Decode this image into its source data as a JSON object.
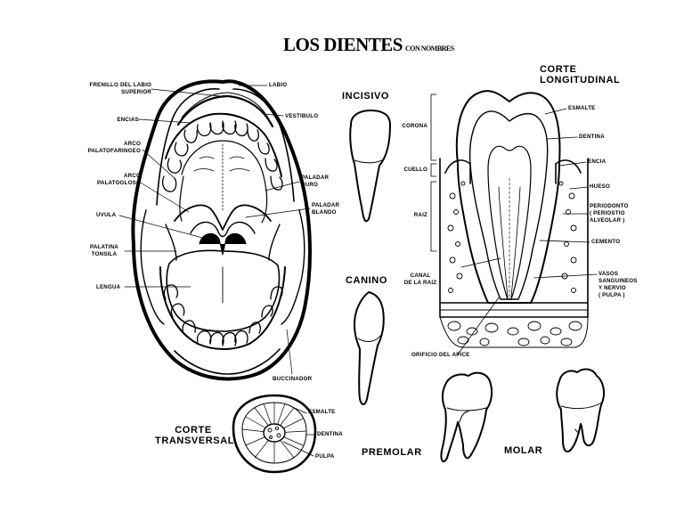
{
  "title": {
    "main": "LOS DIENTES",
    "sub": "CON NOMBRES"
  },
  "mouth_labels": {
    "frenillo": "FRENILLO DEL LABIO\nSUPERIOR",
    "encias": "ENCIAS",
    "arco_palatofaringeo": "ARCO\nPALATOFARINGEO",
    "arco_palatogloso": "ARCO\nPALATOGLOSO",
    "uvula": "UVULA",
    "palatina_tonsila": "PALATINA\nTONSILA",
    "lengua": "LENGUA",
    "labio": "LABIO",
    "vestibulo": "VESTIBULO",
    "paladar_duro": "PALADAR\nDURO",
    "paladar_blando": "PALADAR\nBLANDO",
    "buccinador": "BUCCINADOR"
  },
  "teeth": {
    "incisivo": "INCISIVO",
    "canino": "CANINO",
    "premolar": "PREMOLAR",
    "molar": "MOLAR"
  },
  "longitudinal": {
    "title": "CORTE\nLONGITUDINAL",
    "corona": "CORONA",
    "cuello": "CUELLO",
    "raiz": "RAIZ",
    "esmalte": "ESMALTE",
    "dentina": "DENTINA",
    "encia": "ENCIA",
    "hueso": "HUESO",
    "periodonto": "PERIODONTO\n( PERIOSTIO\nALVEOLAR )",
    "cemento": "CEMENTO",
    "canal": "CANAL\nDE LA RAIZ",
    "vasos": "VASOS\nSANGUINEOS\nY NERVIO\n( PULPA )",
    "orificio": "ORIFICIO DEL APICE"
  },
  "transversal": {
    "title": "CORTE\nTRANSVERSAL",
    "esmalte": "ESMALTE",
    "dentina": "DENTINA",
    "pulpa": "PULPA"
  }
}
